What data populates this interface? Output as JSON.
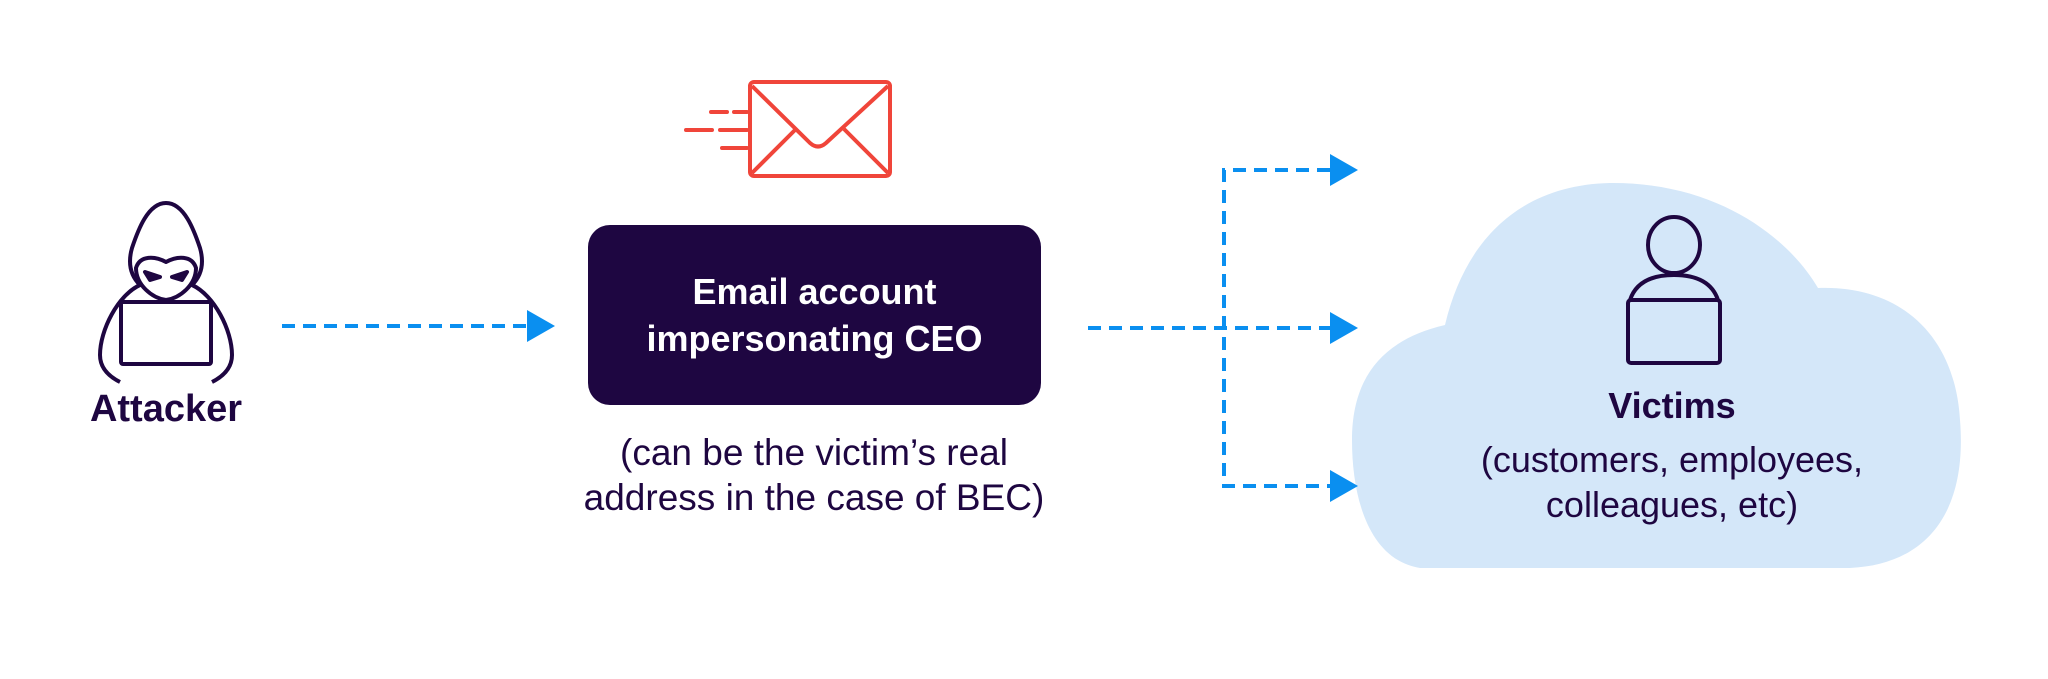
{
  "attacker": {
    "label": "Attacker",
    "icon": "hooded-hacker-laptop-icon"
  },
  "email_box": {
    "line1": "Email account",
    "line2": "impersonating CEO",
    "icon": "sending-envelope-icon"
  },
  "note": {
    "line1": "(can be the victim’s real",
    "line2": "address in the case of BEC)"
  },
  "victims": {
    "title": "Victims",
    "line1": "(customers, employees,",
    "line2": "colleagues, etc)",
    "icon": "person-laptop-icon"
  },
  "colors": {
    "dark": "#1e0641",
    "arrow": "#0a8ff0",
    "envelope": "#f0453a",
    "cloud": "#d4e7f9"
  }
}
